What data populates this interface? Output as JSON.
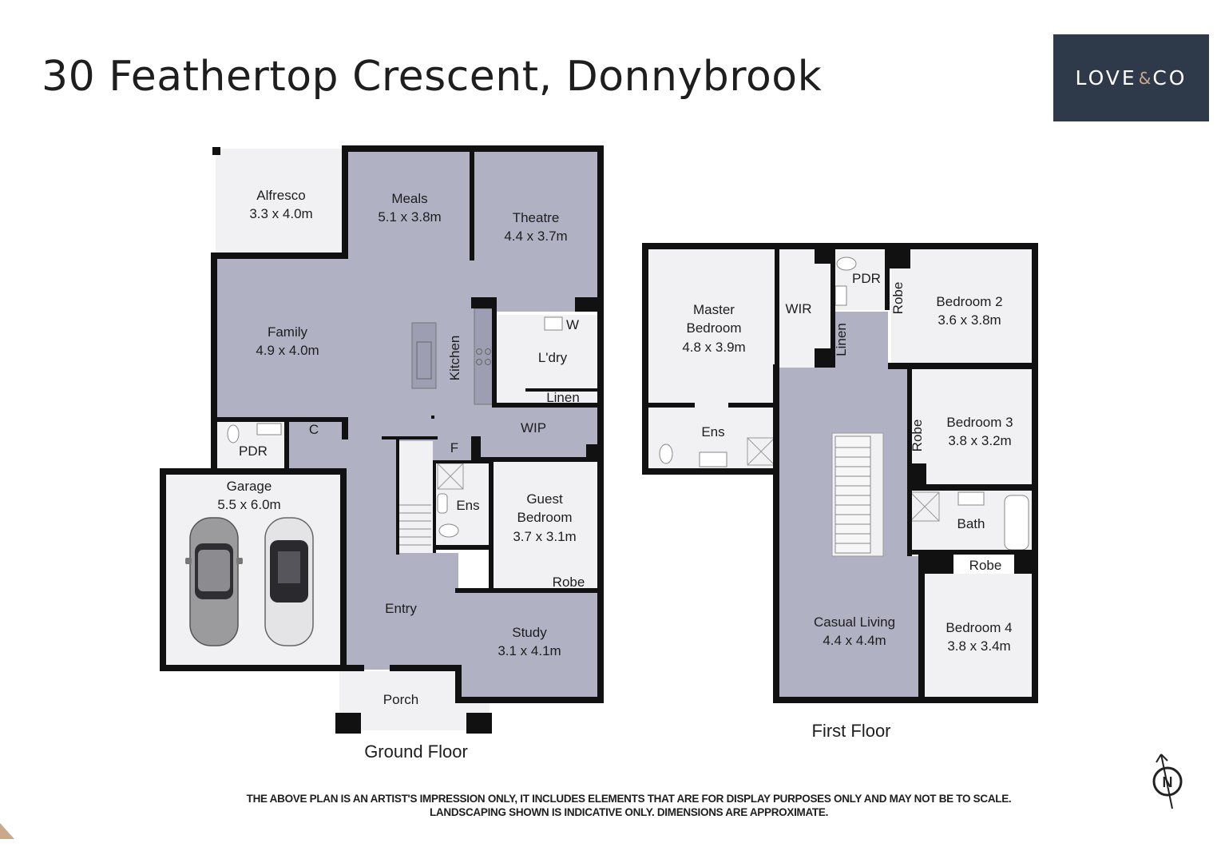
{
  "title": "30 Feathertop Crescent, Donnybrook",
  "logo": {
    "left": "LOVE",
    "amp": "&",
    "right": "CO"
  },
  "colors": {
    "room_fill": "#b0b1c3",
    "outdoor_fill": "#f1f1f3",
    "wall": "#111111",
    "logo_bg": "#2e3a4a"
  },
  "floors": {
    "ground": "Ground Floor",
    "first": "First Floor"
  },
  "rooms": {
    "alfresco": {
      "name": "Alfresco",
      "size": "3.3 x 4.0m"
    },
    "meals": {
      "name": "Meals",
      "size": "5.1 x 3.8m"
    },
    "theatre": {
      "name": "Theatre",
      "size": "4.4 x 3.7m"
    },
    "family": {
      "name": "Family",
      "size": "4.9 x 4.0m"
    },
    "kitchen": {
      "name": "Kitchen"
    },
    "laundry": {
      "name": "L'dry",
      "w": "W"
    },
    "linen_g": {
      "name": "Linen"
    },
    "wip": {
      "name": "WIP"
    },
    "pdr_g": {
      "name": "PDR"
    },
    "c": {
      "name": "C"
    },
    "f": {
      "name": "F"
    },
    "garage": {
      "name": "Garage",
      "size": "5.5 x 6.0m"
    },
    "ens_g": {
      "name": "Ens"
    },
    "guest": {
      "line1": "Guest",
      "line2": "Bedroom",
      "size": "3.7 x 3.1m"
    },
    "robe_g": {
      "name": "Robe"
    },
    "entry": {
      "name": "Entry"
    },
    "study": {
      "name": "Study",
      "size": "3.1 x 4.1m"
    },
    "porch": {
      "name": "Porch"
    },
    "master": {
      "line1": "Master",
      "line2": "Bedroom",
      "size": "4.8 x 3.9m"
    },
    "wir": {
      "name": "WIR"
    },
    "ens_f": {
      "name": "Ens"
    },
    "pdr_f": {
      "name": "PDR"
    },
    "linen_f": {
      "name": "Linen"
    },
    "robe_2": {
      "name": "Robe"
    },
    "bed2": {
      "name": "Bedroom 2",
      "size": "3.6 x 3.8m"
    },
    "robe_3": {
      "name": "Robe"
    },
    "bed3": {
      "name": "Bedroom 3",
      "size": "3.8 x 3.2m"
    },
    "bath": {
      "name": "Bath"
    },
    "robe_4": {
      "name": "Robe"
    },
    "bed4": {
      "name": "Bedroom 4",
      "size": "3.8 x 3.4m"
    },
    "casual": {
      "name": "Casual Living",
      "size": "4.4 x 4.4m"
    }
  },
  "disclaimer": {
    "line1": "THE ABOVE PLAN IS AN ARTIST'S IMPRESSION ONLY, IT INCLUDES ELEMENTS THAT ARE FOR DISPLAY PURPOSES ONLY AND MAY NOT BE TO SCALE.",
    "line2": "LANDSCAPING SHOWN IS INDICATIVE ONLY. DIMENSIONS ARE APPROXIMATE."
  },
  "compass": {
    "letter": "N"
  }
}
